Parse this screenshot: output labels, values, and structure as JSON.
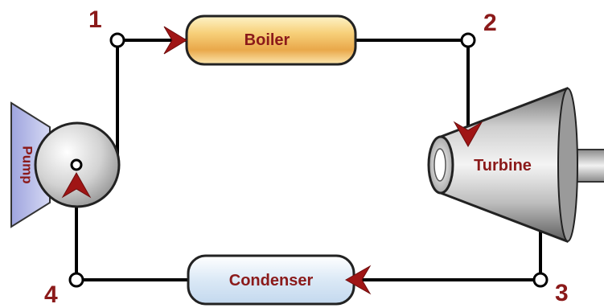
{
  "components": {
    "boiler": "Boiler",
    "turbine": "Turbine",
    "condenser": "Condenser",
    "pump": "Pump"
  },
  "states": [
    "1",
    "2",
    "3",
    "4"
  ],
  "colors": {
    "label_red": "#8b1a1a",
    "arrow_red": "#a01515",
    "line": "#000000",
    "boiler_warm": "#f7d07a",
    "condenser_blue": "#dbe9f6",
    "pump_stand": "#b8bde8",
    "metal_gray": "#9a9a9a"
  },
  "icons": {
    "flow_arrow": "red-arrowhead",
    "state_node": "small-ring-node"
  }
}
